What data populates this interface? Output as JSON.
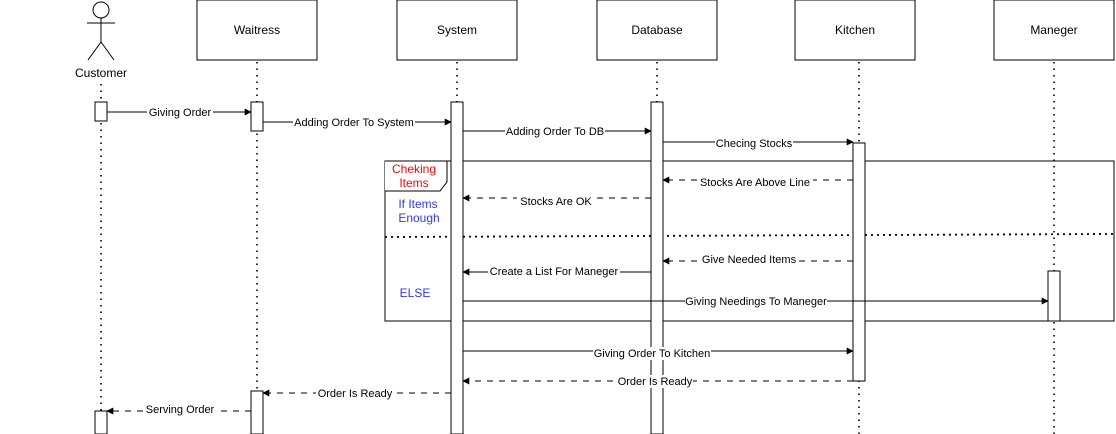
{
  "participants": {
    "customer": "Customer",
    "waitress": "Waitress",
    "system": "System",
    "database": "Database",
    "kitchen": "Kitchen",
    "manager": "Maneger"
  },
  "messages": {
    "giving_order": "Giving Order",
    "adding_order_to_system": "Adding Order To System",
    "adding_order_to_db": "Adding Order To DB",
    "checking_stocks": "Checing Stocks",
    "stocks_above_line": "Stocks Are Above Line",
    "stocks_ok": "Stocks Are OK",
    "give_needed_items": "Give Needed Items",
    "create_list": "Create a List For Maneger",
    "giving_needings": "Giving Needings To Maneger",
    "giving_order_kitchen": "Giving Order To Kitchen",
    "order_ready_kitchen": "Order Is Ready",
    "order_ready_waitress": "Order Is Ready",
    "serving_order": "Serving Order"
  },
  "fragment": {
    "title_line1": "Cheking",
    "title_line2": "Items",
    "guard1_line1": "If Items",
    "guard1_line2": "Enough",
    "guard2": "ELSE"
  },
  "colors": {
    "line": "#000000",
    "fragment_title": "#ff0000",
    "guard": "#3333ff"
  }
}
